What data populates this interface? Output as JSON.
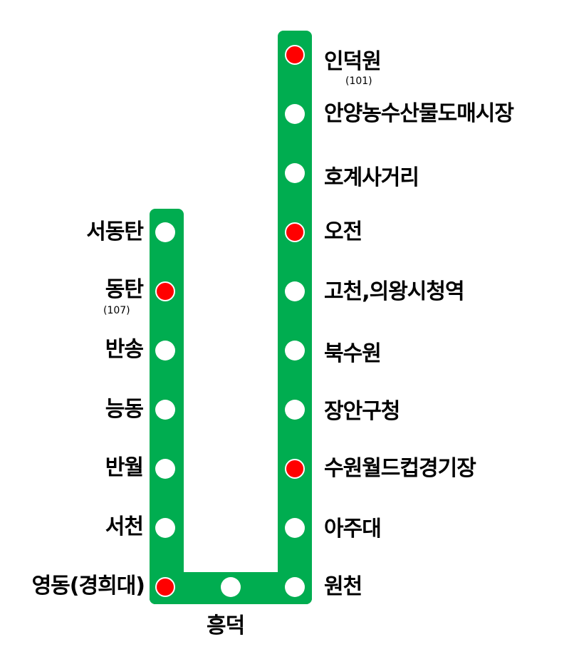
{
  "line_color": "#00ad50",
  "transfer_color": "#ff0000",
  "stations": {
    "right": [
      {
        "name": "인덕원",
        "code": "(101)",
        "transfer": true
      },
      {
        "name": "안양농수산물도매시장",
        "transfer": false
      },
      {
        "name": "호계사거리",
        "transfer": false
      },
      {
        "name": "오전",
        "transfer": true
      },
      {
        "name": "고천,의왕시청역",
        "transfer": false
      },
      {
        "name": "북수원",
        "transfer": false
      },
      {
        "name": "장안구청",
        "transfer": false
      },
      {
        "name": "수원월드컵경기장",
        "transfer": true
      },
      {
        "name": "아주대",
        "transfer": false
      },
      {
        "name": "원천",
        "transfer": false
      }
    ],
    "bottom": [
      {
        "name": "흥덕",
        "transfer": false
      }
    ],
    "left": [
      {
        "name": "서동탄",
        "transfer": false
      },
      {
        "name": "동탄",
        "code": "(107)",
        "transfer": true
      },
      {
        "name": "반송",
        "transfer": false
      },
      {
        "name": "능동",
        "transfer": false
      },
      {
        "name": "반월",
        "transfer": false
      },
      {
        "name": "서천",
        "transfer": false
      },
      {
        "name": "영동(경희대)",
        "transfer": true
      }
    ]
  }
}
